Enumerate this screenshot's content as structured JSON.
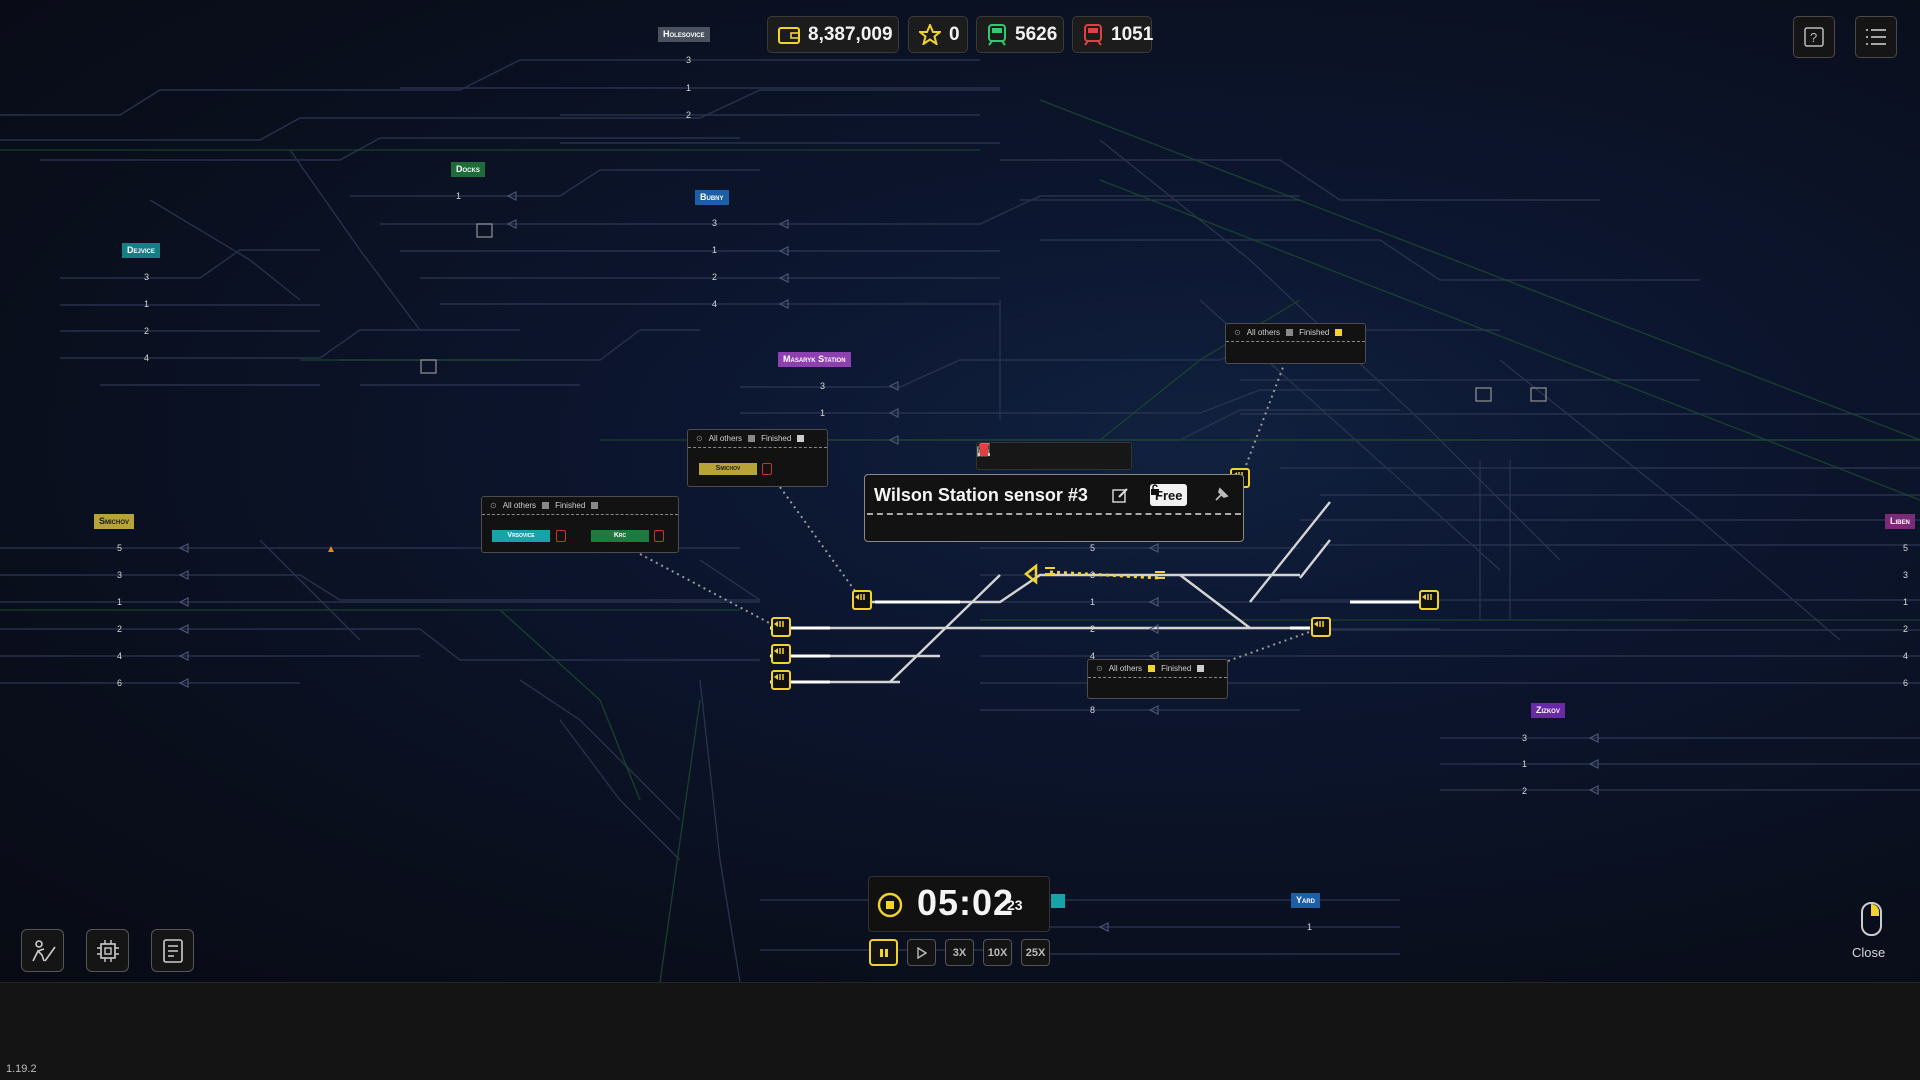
{
  "stats": {
    "money": "8,387,009",
    "stars": "0",
    "trains_green": "5626",
    "trains_red": "1051"
  },
  "colors": {
    "accent": "#f2d22e",
    "danger": "#e04040",
    "money": "#f2d22e",
    "ok": "#2ecc71"
  },
  "stations": {
    "holesovice": "Holesovice",
    "docks": "Docks",
    "bubny": "Bubny",
    "dejvice": "Dejvice",
    "masaryk": "Masaryk Station",
    "smichov": "Smichov",
    "liben": "Liben",
    "zizkov": "Zizkov",
    "yard": "Yard"
  },
  "tracks": {
    "holesovice": [
      "3",
      "1",
      "2"
    ],
    "docks": [
      "1"
    ],
    "bubny": [
      "3",
      "1",
      "2",
      "4"
    ],
    "dejvice": [
      "3",
      "1",
      "2",
      "4"
    ],
    "masaryk": [
      "3",
      "1"
    ],
    "smichov": [
      "5",
      "3",
      "1",
      "2",
      "4",
      "6"
    ],
    "center": [
      "5",
      "3",
      "1",
      "2",
      "4",
      "8"
    ],
    "liben": [
      "5",
      "3",
      "1",
      "2",
      "4",
      "6"
    ],
    "zizkov": [
      "3",
      "1",
      "2"
    ],
    "yard": [
      "1"
    ]
  },
  "panels": {
    "all_others": "All others",
    "finished": "Finished",
    "chip_smichov": "Smichov",
    "chip_vrsovice": "Vrsovice",
    "chip_krc": "Krc"
  },
  "sensor": {
    "title": "Wilson Station sensor #3",
    "free_label": "Free"
  },
  "clock": {
    "time": "05:02",
    "seconds": "23"
  },
  "speeds": [
    "3X",
    "10X",
    "25X"
  ],
  "close_label": "Close",
  "version": "1.19.2"
}
